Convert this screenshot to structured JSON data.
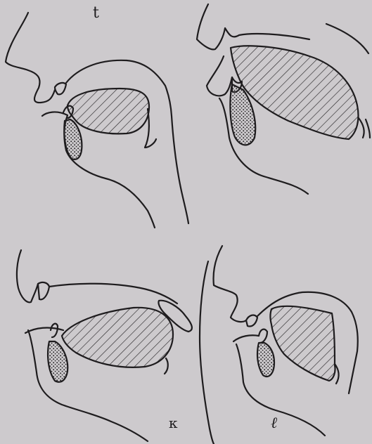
{
  "panels": [
    {
      "id": "t",
      "label": "t",
      "position_name": "top-left"
    },
    {
      "id": "unlabeled",
      "label": "",
      "position_name": "top-right"
    },
    {
      "id": "k",
      "label": "к",
      "position_name": "bottom-left"
    },
    {
      "id": "l",
      "label": "ℓ",
      "position_name": "bottom-right"
    }
  ],
  "colors": {
    "paper": "#cdcacd",
    "ink": "#1e1c1e"
  }
}
